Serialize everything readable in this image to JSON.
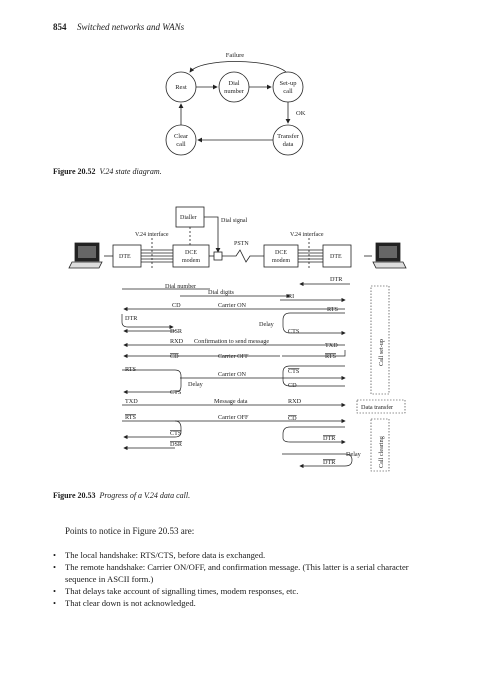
{
  "header": {
    "page_number": "854",
    "running_title": "Switched networks and WANs"
  },
  "figure1": {
    "label": "Figure 20.52",
    "caption": "V.24 state diagram.",
    "states": {
      "rest": "Rest",
      "dial": [
        "Dial",
        "number"
      ],
      "setup": [
        "Set-up",
        "call"
      ],
      "clear": [
        "Clear",
        "call"
      ],
      "transfer": [
        "Transfer",
        "data"
      ]
    },
    "edges": {
      "failure": "Failure",
      "ok": "OK"
    }
  },
  "figure2": {
    "label": "Figure 20.53",
    "caption": "Progress of a V.24 data call.",
    "top": {
      "dialler": "Dialler",
      "dial_signal": "Dial signal",
      "v24_left": "V.24 interface",
      "v24_right": "V.24 interface",
      "pstn": "PSTN",
      "dte_left": "DTE",
      "dte_right": "DTE",
      "dce_left": [
        "DCE",
        "modem"
      ],
      "dce_right": [
        "DCE",
        "modem"
      ]
    },
    "signals": {
      "dtr_r1": "DTR",
      "dial_number": "Dial number",
      "dial_digits": "Dial digits",
      "ri": "RI",
      "cd_l1": "CD",
      "carrier_on1": "Carrier ON",
      "rts_r1": "RTS",
      "dtr_l1": "DTR",
      "delay1": "Delay",
      "dsr_l1": "DSR",
      "cts_r1": "CTS",
      "rxd_l": "RXD",
      "confirm": "Confirmation to send message",
      "txd_r": "TXD",
      "cd_bar_l1": "CD",
      "carrier_off1": "Carrier OFF",
      "rts_bar_r1": "RTS",
      "rts_l1": "RTS",
      "carrier_on2": "Carrier ON",
      "cts_bar_r": "CTS",
      "cts_l1": "CTS",
      "delay2": "Delay",
      "cd_r": "CD",
      "txd_l": "TXD",
      "message_data": "Message data",
      "rxd_r": "RXD",
      "rts_bar_l": "RTS",
      "carrier_off2": "Carrier OFF",
      "cd_bar_r": "CD",
      "cts_bar_l": "CTS",
      "dtr_bar_r1": "DTR",
      "dsr_bar_l": "DSR",
      "dtr_bar_r2": "DTR",
      "delay3": "Delay"
    },
    "phases": {
      "setup": "Call set-up",
      "transfer": "Data transfer",
      "clearing": "Call clearing"
    }
  },
  "body": {
    "intro": "Points to notice in Figure 20.53 are:",
    "points": [
      "The local handshake: RTS/CTS, before data is exchanged.",
      "The remote handshake: Carrier ON/OFF, and confirmation message. (This latter is a serial character sequence in ASCII form.)",
      "That delays take account of signalling times, modem responses, etc.",
      "That clear down is not acknowledged."
    ]
  }
}
